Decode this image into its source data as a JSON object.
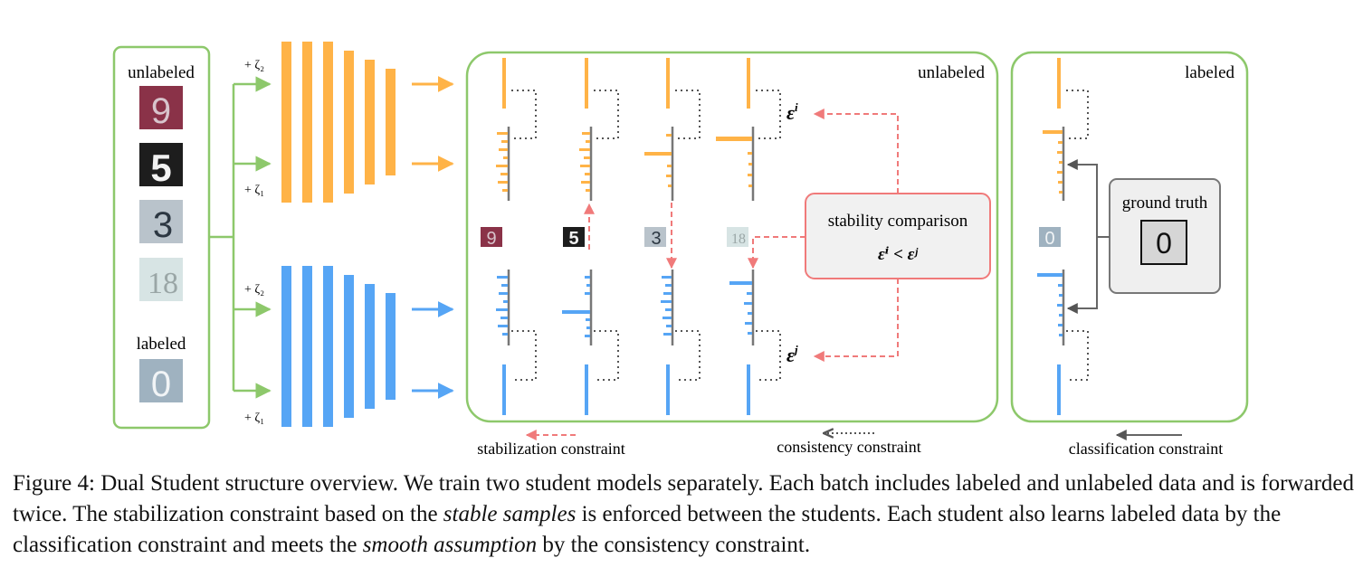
{
  "input_panel": {
    "unlabeled_label": "unlabeled",
    "labeled_label": "labeled",
    "unlabeled_digits": [
      "9",
      "5",
      "3",
      "18"
    ],
    "labeled_digit": "0"
  },
  "noise": {
    "zeta2": "+ ζ₂",
    "zeta1": "+ ζ₁"
  },
  "unlabeled_panel": {
    "title": "unlabeled",
    "epsilon_i": "ε",
    "epsilon_i_sup": "i",
    "epsilon_j": "ε",
    "epsilon_j_sup": "j",
    "sample_digits": [
      "9",
      "5",
      "3",
      "18"
    ],
    "stability_title": "stability comparison",
    "stability_formula": "εⁱ < εʲ"
  },
  "labeled_panel": {
    "title": "labeled",
    "ground_truth_label": "ground truth",
    "ground_truth_value": "0",
    "sample_digit": "0"
  },
  "legend": {
    "stabilization": "stabilization constraint",
    "consistency": "consistency constraint",
    "classification": "classification constraint"
  },
  "colors": {
    "orange": "#FFB347",
    "blue": "#56A5F5",
    "green": "#8DC86B",
    "red_dash": "#F07A7A",
    "gray_arrow": "#555555"
  },
  "caption": {
    "prefix": "Figure 4: Dual Student structure overview. We train two student models separately. Each batch includes labeled and unlabeled data and is forwarded twice. The stabilization constraint based on the ",
    "em1": "stable samples",
    "middle": " is enforced between the students. Each student also learns labeled data by the classification constraint and meets the ",
    "em2": "smooth assumption",
    "suffix": " by the consistency constraint."
  }
}
